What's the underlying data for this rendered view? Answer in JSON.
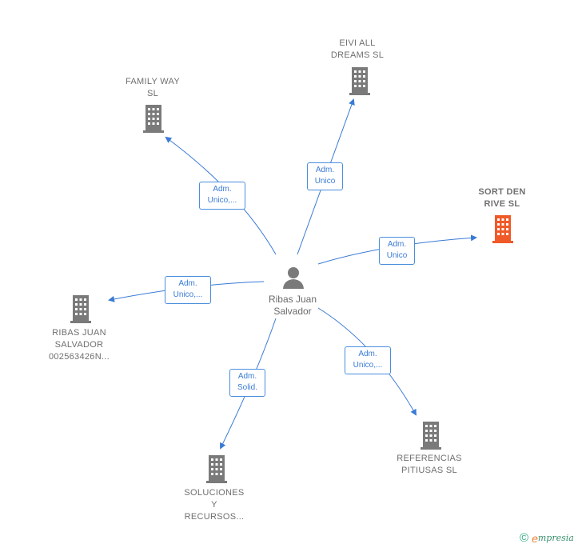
{
  "center": {
    "name": "Ribas Juan\nSalvador",
    "icon": "person-icon"
  },
  "companies": [
    {
      "id": "eivi",
      "name": "EIVI ALL\nDREAMS  SL",
      "icon": "building-icon",
      "color": "#7a7a7a",
      "relation": "Adm.\nUnico"
    },
    {
      "id": "family",
      "name": "FAMILY WAY\nSL",
      "icon": "building-icon",
      "color": "#7a7a7a",
      "relation": "Adm.\nUnico,..."
    },
    {
      "id": "sort",
      "name": "SORT DEN\nRIVE  SL",
      "icon": "building-icon",
      "color": "#f05a28",
      "relation": "Adm.\nUnico"
    },
    {
      "id": "ribas",
      "name": "RIBAS JUAN\nSALVADOR\n002563426N...",
      "icon": "building-icon",
      "color": "#7a7a7a",
      "relation": "Adm.\nUnico,..."
    },
    {
      "id": "referencias",
      "name": "REFERENCIAS\nPITIUSAS  SL",
      "icon": "building-icon",
      "color": "#7a7a7a",
      "relation": "Adm.\nUnico,..."
    },
    {
      "id": "soluciones",
      "name": "SOLUCIONES\nY\nRECURSOS...",
      "icon": "building-icon",
      "color": "#7a7a7a",
      "relation": "Adm.\nSolid."
    }
  ],
  "footer": {
    "copyright": "©",
    "brand_initial": "e",
    "brand_rest": "mpresia"
  },
  "colors": {
    "edge": "#3a7bd5",
    "highlight": "#f05a28",
    "neutral": "#7a7a7a"
  }
}
